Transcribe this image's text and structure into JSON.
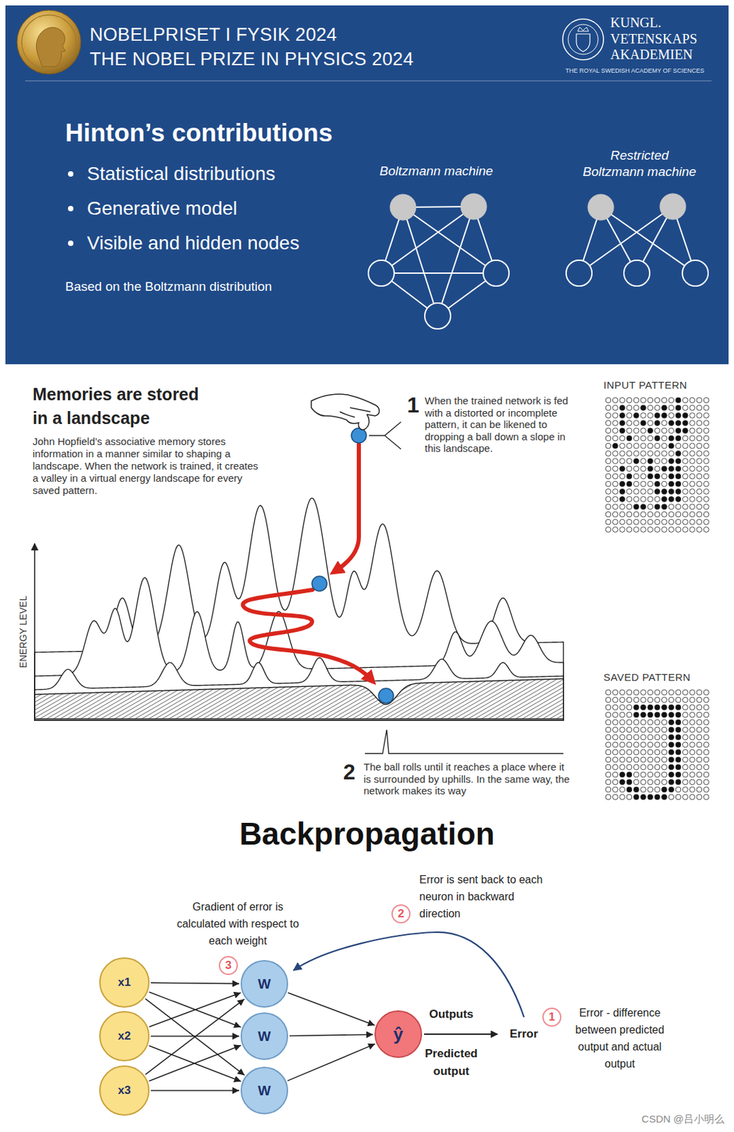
{
  "diagram": {
    "nodes": [
      {
        "text": [
          "x1"
        ]
      },
      {
        "text": [
          "x2"
        ]
      },
      {
        "text": [
          "x3"
        ]
      },
      {
        "text": [
          "W"
        ]
      },
      {
        "text": [
          "W"
        ]
      },
      {
        "text": [
          "W"
        ]
      },
      {
        "text": [
          "ŷ"
        ]
      }
    ],
    "edges": [
      {
        "from": 0,
        "to": 3,
        "arrow": "to"
      },
      {
        "from": 0,
        "to": 4,
        "arrow": "to"
      },
      {
        "from": 0,
        "to": 5,
        "arrow": "to"
      },
      {
        "from": 1,
        "to": 3,
        "arrow": "to"
      },
      {
        "from": 1,
        "to": 4,
        "arrow": "to"
      },
      {
        "from": 1,
        "to": 5,
        "arrow": "to"
      },
      {
        "from": 2,
        "to": 3,
        "arrow": "to"
      },
      {
        "from": 2,
        "to": 4,
        "arrow": "to"
      },
      {
        "from": 2,
        "to": 5,
        "arrow": "to"
      },
      {
        "from": 3,
        "to": 6,
        "arrow": "to"
      },
      {
        "from": 4,
        "to": 6,
        "arrow": "to"
      },
      {
        "from": 5,
        "to": 6,
        "arrow": "to"
      }
    ],
    "labels": [
      "NOBELPRISET I FYSIK 2024",
      "THE NOBEL PRIZE IN PHYSICS 2024",
      "KUNGL. VETENSKAPS AKADEMIEN",
      "THE ROYAL SWEDISH ACADEMY OF SCIENCES",
      "Hinton’s contributions",
      "Statistical distributions",
      "Generative model",
      "Visible and hidden nodes",
      "Based on the Boltzmann distribution",
      "Boltzmann machine",
      "Restricted Boltzmann machine",
      "Memories are stored in a landscape",
      "John Hopfield’s associative memory stores information in a manner similar to shaping a landscape. When the network is trained, it creates a valley in a virtual energy landscape for every saved pattern.",
      "1",
      "When the trained network is fed with a distorted or incomplete pattern, it can be likened to dropping a ball down a slope in this landscape.",
      "INPUT PATTERN",
      "ENERGY LEVEL",
      "SAVED PATTERN",
      "2",
      "The ball rolls until it reaches a place where it is surrounded by uphills. In the same way, the network makes its way",
      "Backpropagation",
      "Gradient of error is calculated with respect to each weight",
      "3",
      "Error is sent back to each neuron in backward direction",
      "2",
      "Outputs",
      "Predicted output",
      "Error",
      "1",
      "Error - difference between predicted output and actual output",
      "CSDN @吕小明么"
    ]
  }
}
